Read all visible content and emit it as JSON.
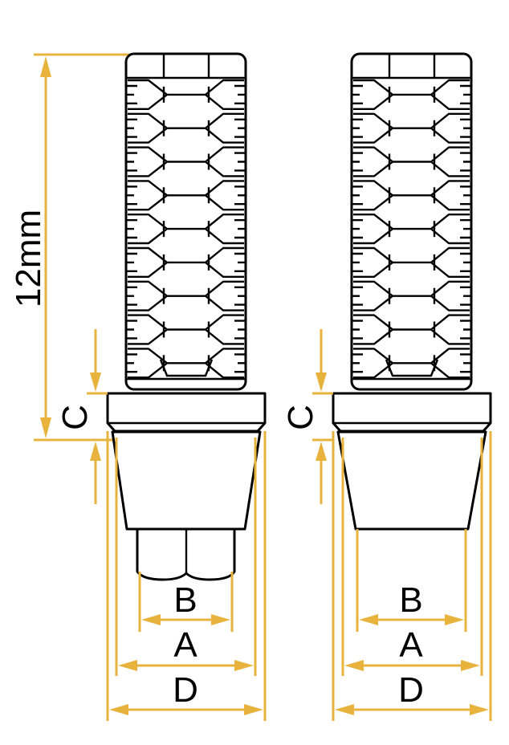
{
  "colors": {
    "dimension": "#E8B33D",
    "outline": "#000000",
    "background": "#ffffff"
  },
  "dimension_labels": {
    "height": "12mm",
    "collar": "C",
    "inner_diameter": "B",
    "mid_diameter": "A",
    "outer_diameter": "D"
  },
  "variants": [
    {
      "name": "",
      "has_hex_tip": true
    },
    {
      "name": "",
      "has_hex_tip": false
    }
  ]
}
